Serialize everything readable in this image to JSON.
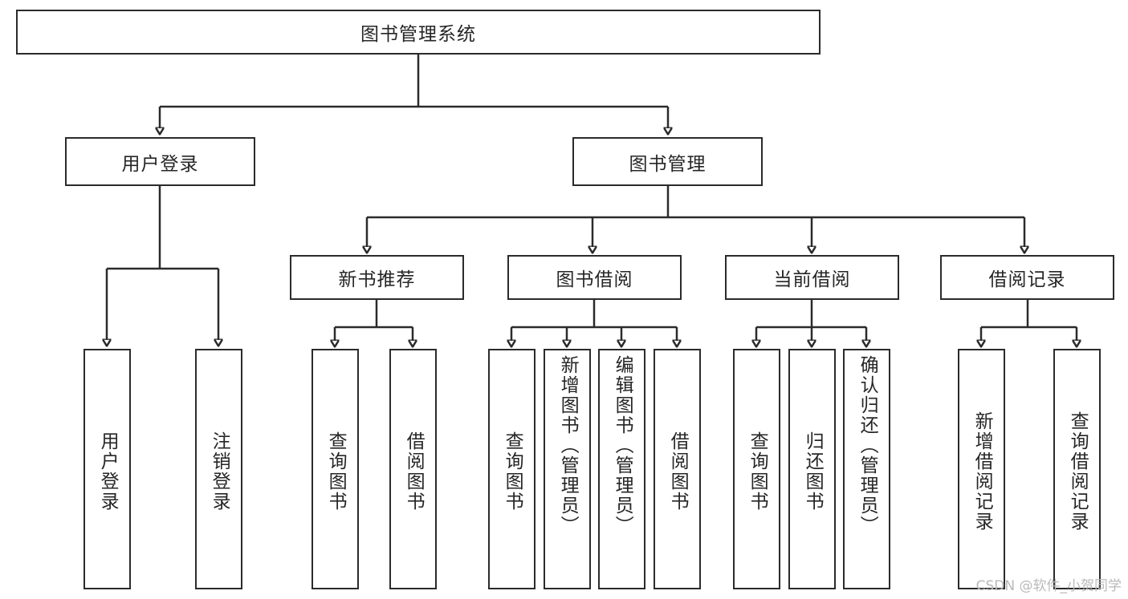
{
  "diagram": {
    "title": "图书管理系统",
    "watermark": "CSDN @软件_小贺同学",
    "colors": {
      "stroke": "#2b2b2b",
      "fill": "#ffffff",
      "text": "#262626",
      "watermark": "#b9b9b9"
    },
    "level1": {
      "root": "图书管理系统"
    },
    "level2": [
      {
        "label": "用户登录"
      },
      {
        "label": "图书管理"
      }
    ],
    "level3": [
      {
        "label": "新书推荐"
      },
      {
        "label": "图书借阅"
      },
      {
        "label": "当前借阅"
      },
      {
        "label": "借阅记录"
      }
    ],
    "leaves": {
      "user_login": [
        {
          "label": "用户登录"
        },
        {
          "label": "注销登录"
        }
      ],
      "new_book_recommend": [
        {
          "label": "查询图书"
        },
        {
          "label": "借阅图书"
        }
      ],
      "book_borrow": [
        {
          "label": "查询图书"
        },
        {
          "label": "新增图书（管理员）"
        },
        {
          "label": "编辑图书（管理员）"
        },
        {
          "label": "借阅图书"
        }
      ],
      "current_borrow": [
        {
          "label": "查询图书"
        },
        {
          "label": "归还图书"
        },
        {
          "label": "确认归还（管理员）"
        }
      ],
      "borrow_record": [
        {
          "label": "新增借阅记录"
        },
        {
          "label": "查询借阅记录"
        }
      ]
    }
  }
}
